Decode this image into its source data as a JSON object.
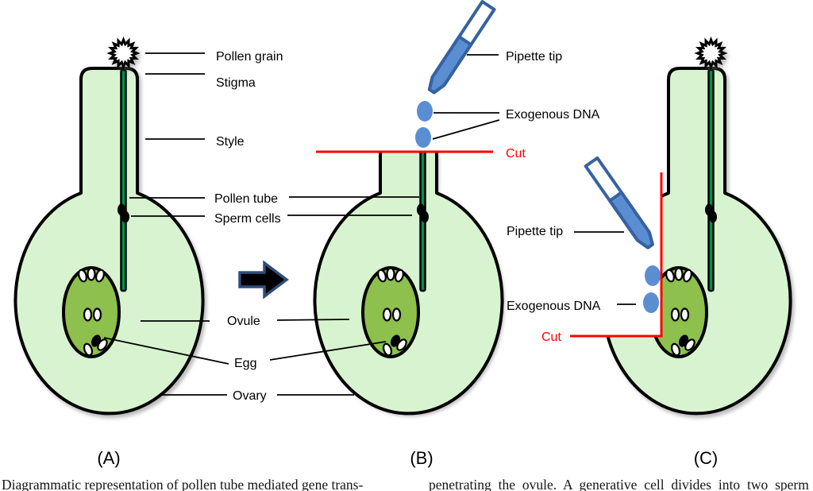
{
  "figure": {
    "shared_labels": {
      "pollen_grain": "Pollen grain",
      "stigma": "Stigma",
      "style": "Style",
      "pollen_tube": "Pollen tube",
      "sperm_cells": "Sperm cells",
      "ovule": "Ovule",
      "egg": "Egg",
      "ovary": "Ovary"
    },
    "panel_b": {
      "pipette_tip": "Pipette tip",
      "exogenous_dna": "Exogenous DNA",
      "cut": "Cut"
    },
    "panel_c": {
      "pipette_tip": "Pipette tip",
      "exogenous_dna": "Exogenous DNA",
      "cut": "Cut"
    },
    "panel_letters": {
      "a": "(A)",
      "b": "(B)",
      "c": "(C)"
    },
    "caption": {
      "left_column": "Diagrammatic representation of pollen tube mediated gene trans-",
      "right_column": "penetrating the ovule. A generative cell divides into two sperm"
    },
    "colors": {
      "tissue_light_green": "#d8f3cf",
      "ovule_green": "#8dc04c",
      "pollen_tube_green": "#00914a",
      "pipette_blue": "#5b8dd3",
      "pipette_border_blue": "#36629f",
      "dna_droplet_blue": "#5b8dd3",
      "cut_red": "#ff0000",
      "arrow_outline_blue": "#2e4d7b"
    }
  }
}
